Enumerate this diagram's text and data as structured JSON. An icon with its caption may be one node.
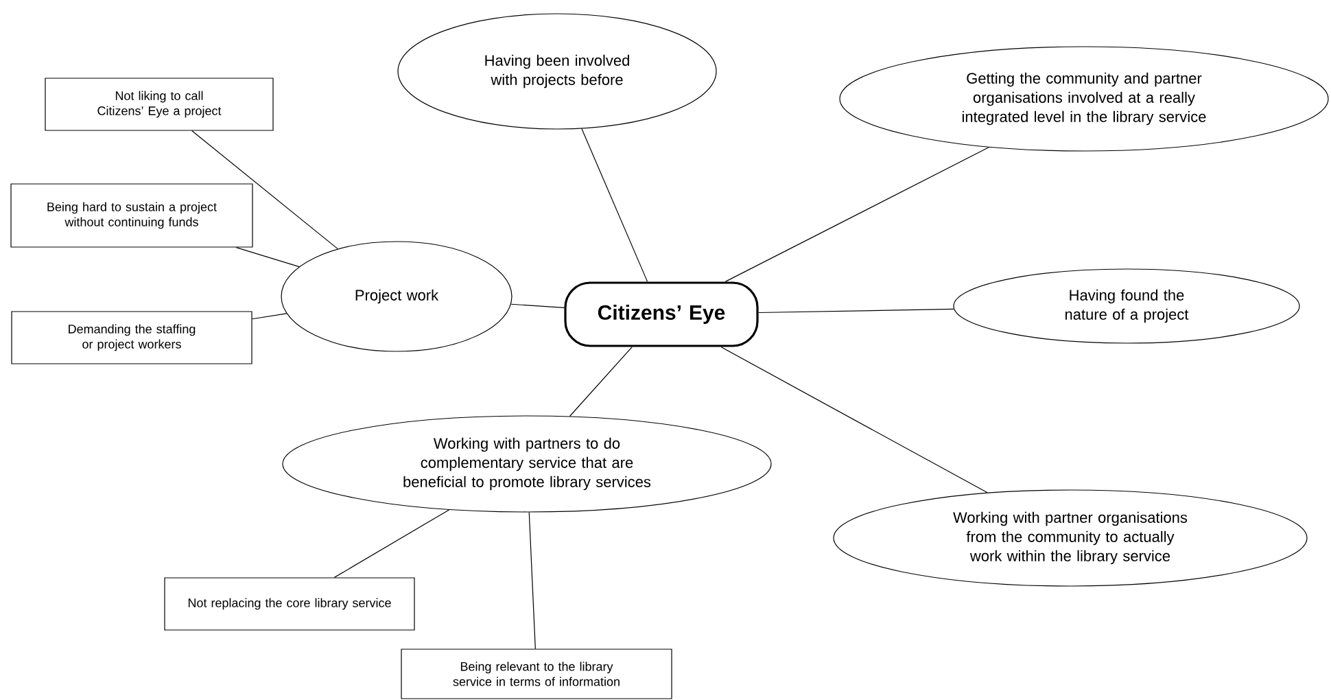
{
  "diagram": {
    "nodes": [
      {
        "text": [
          "Citizens’ Eye"
        ]
      },
      {
        "text": [
          "Having been involved with projects before"
        ]
      },
      {
        "text": [
          "Getting the community and partner organisations involved at a really integrated level in the library service"
        ]
      },
      {
        "text": [
          "Having found the nature of a project"
        ]
      },
      {
        "text": [
          "Project work"
        ]
      },
      {
        "text": [
          "Not liking to call Citizens’ Eye a project"
        ]
      },
      {
        "text": [
          "Being hard to sustain a project without continuing funds"
        ]
      },
      {
        "text": [
          "Demanding the staffing or project workers"
        ]
      },
      {
        "text": [
          "Working with partners to do complementary service that are beneficial to promote library services"
        ]
      },
      {
        "text": [
          "Working with partner organisations from the community to actually work within the library service"
        ]
      },
      {
        "text": [
          "Not replacing the core library service"
        ]
      },
      {
        "text": [
          "Being relevant to the library service in terms of information"
        ]
      }
    ],
    "edges": [
      {
        "from": 0,
        "to": 1,
        "arrow": "none"
      },
      {
        "from": 0,
        "to": 2,
        "arrow": "none"
      },
      {
        "from": 0,
        "to": 3,
        "arrow": "none"
      },
      {
        "from": 0,
        "to": 4,
        "arrow": "none"
      },
      {
        "from": 0,
        "to": 8,
        "arrow": "none"
      },
      {
        "from": 0,
        "to": 9,
        "arrow": "none"
      },
      {
        "from": 4,
        "to": 5,
        "arrow": "none"
      },
      {
        "from": 4,
        "to": 6,
        "arrow": "none"
      },
      {
        "from": 4,
        "to": 7,
        "arrow": "none"
      },
      {
        "from": 8,
        "to": 10,
        "arrow": "none"
      },
      {
        "from": 8,
        "to": 11,
        "arrow": "none"
      }
    ]
  }
}
